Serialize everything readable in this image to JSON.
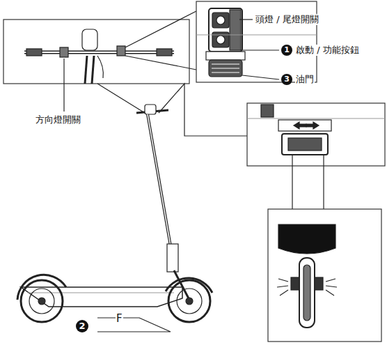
{
  "diagram": {
    "labels": [
      "頭燈 / 尾燈開關",
      "1",
      "啟動 / 功能按鈕",
      "3",
      "油門",
      "方向燈開關",
      "2",
      "F"
    ]
  }
}
